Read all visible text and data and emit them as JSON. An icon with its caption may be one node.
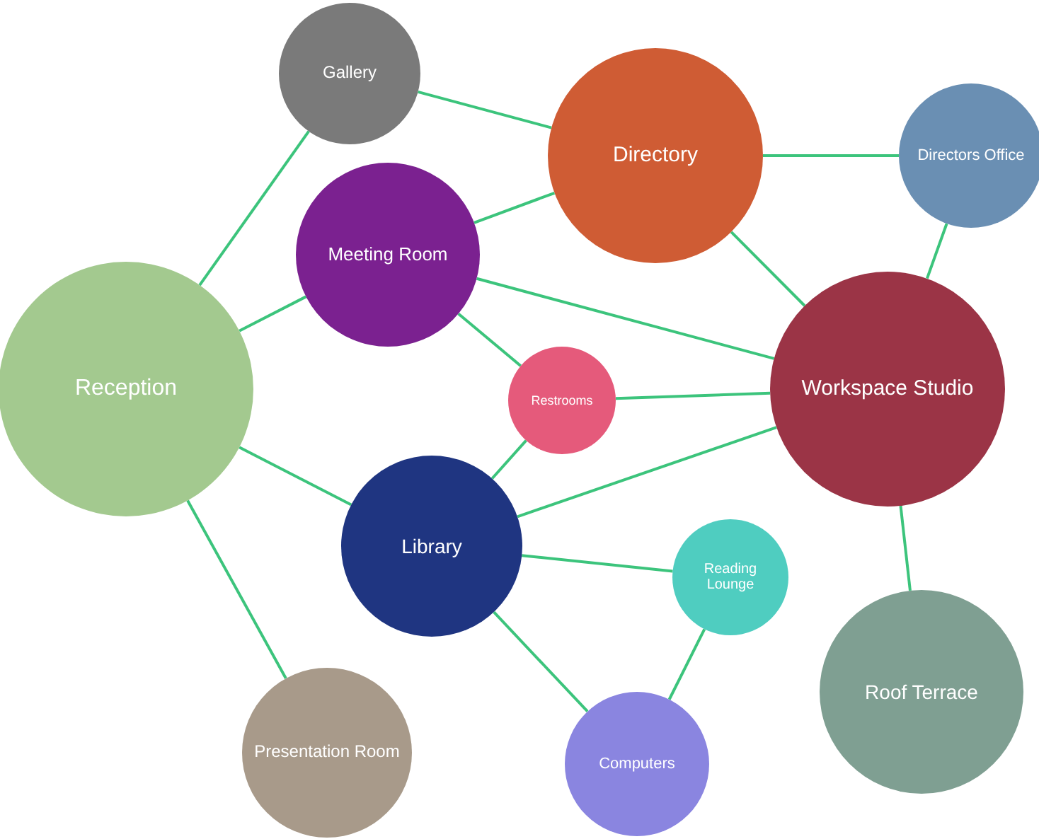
{
  "diagram": {
    "nodes": [
      {
        "text": [
          "Gallery"
        ]
      },
      {
        "text": [
          "Directory"
        ]
      },
      {
        "text": [
          "Directors Office"
        ]
      },
      {
        "text": [
          "Meeting Room"
        ]
      },
      {
        "text": [
          "Reception"
        ]
      },
      {
        "text": [
          "Restrooms"
        ]
      },
      {
        "text": [
          "Workspace Studio"
        ]
      },
      {
        "text": [
          "Library"
        ]
      },
      {
        "text": [
          "Reading Lounge"
        ]
      },
      {
        "text": [
          "Presentation Room"
        ]
      },
      {
        "text": [
          "Computers"
        ]
      },
      {
        "text": [
          "Roof Terrace"
        ]
      }
    ],
    "edges": [
      {
        "from": 0,
        "to": 1,
        "arrow": "none"
      },
      {
        "from": 0,
        "to": 4,
        "arrow": "none"
      },
      {
        "from": 1,
        "to": 2,
        "arrow": "none"
      },
      {
        "from": 1,
        "to": 3,
        "arrow": "none"
      },
      {
        "from": 1,
        "to": 6,
        "arrow": "none"
      },
      {
        "from": 2,
        "to": 6,
        "arrow": "none"
      },
      {
        "from": 3,
        "to": 4,
        "arrow": "none"
      },
      {
        "from": 3,
        "to": 6,
        "arrow": "none"
      },
      {
        "from": 3,
        "to": 5,
        "arrow": "none"
      },
      {
        "from": 4,
        "to": 7,
        "arrow": "none"
      },
      {
        "from": 4,
        "to": 9,
        "arrow": "none"
      },
      {
        "from": 5,
        "to": 6,
        "arrow": "none"
      },
      {
        "from": 5,
        "to": 7,
        "arrow": "none"
      },
      {
        "from": 7,
        "to": 6,
        "arrow": "none"
      },
      {
        "from": 7,
        "to": 8,
        "arrow": "none"
      },
      {
        "from": 7,
        "to": 10,
        "arrow": "none"
      },
      {
        "from": 8,
        "to": 10,
        "arrow": "none"
      },
      {
        "from": 6,
        "to": 11,
        "arrow": "none"
      }
    ]
  }
}
